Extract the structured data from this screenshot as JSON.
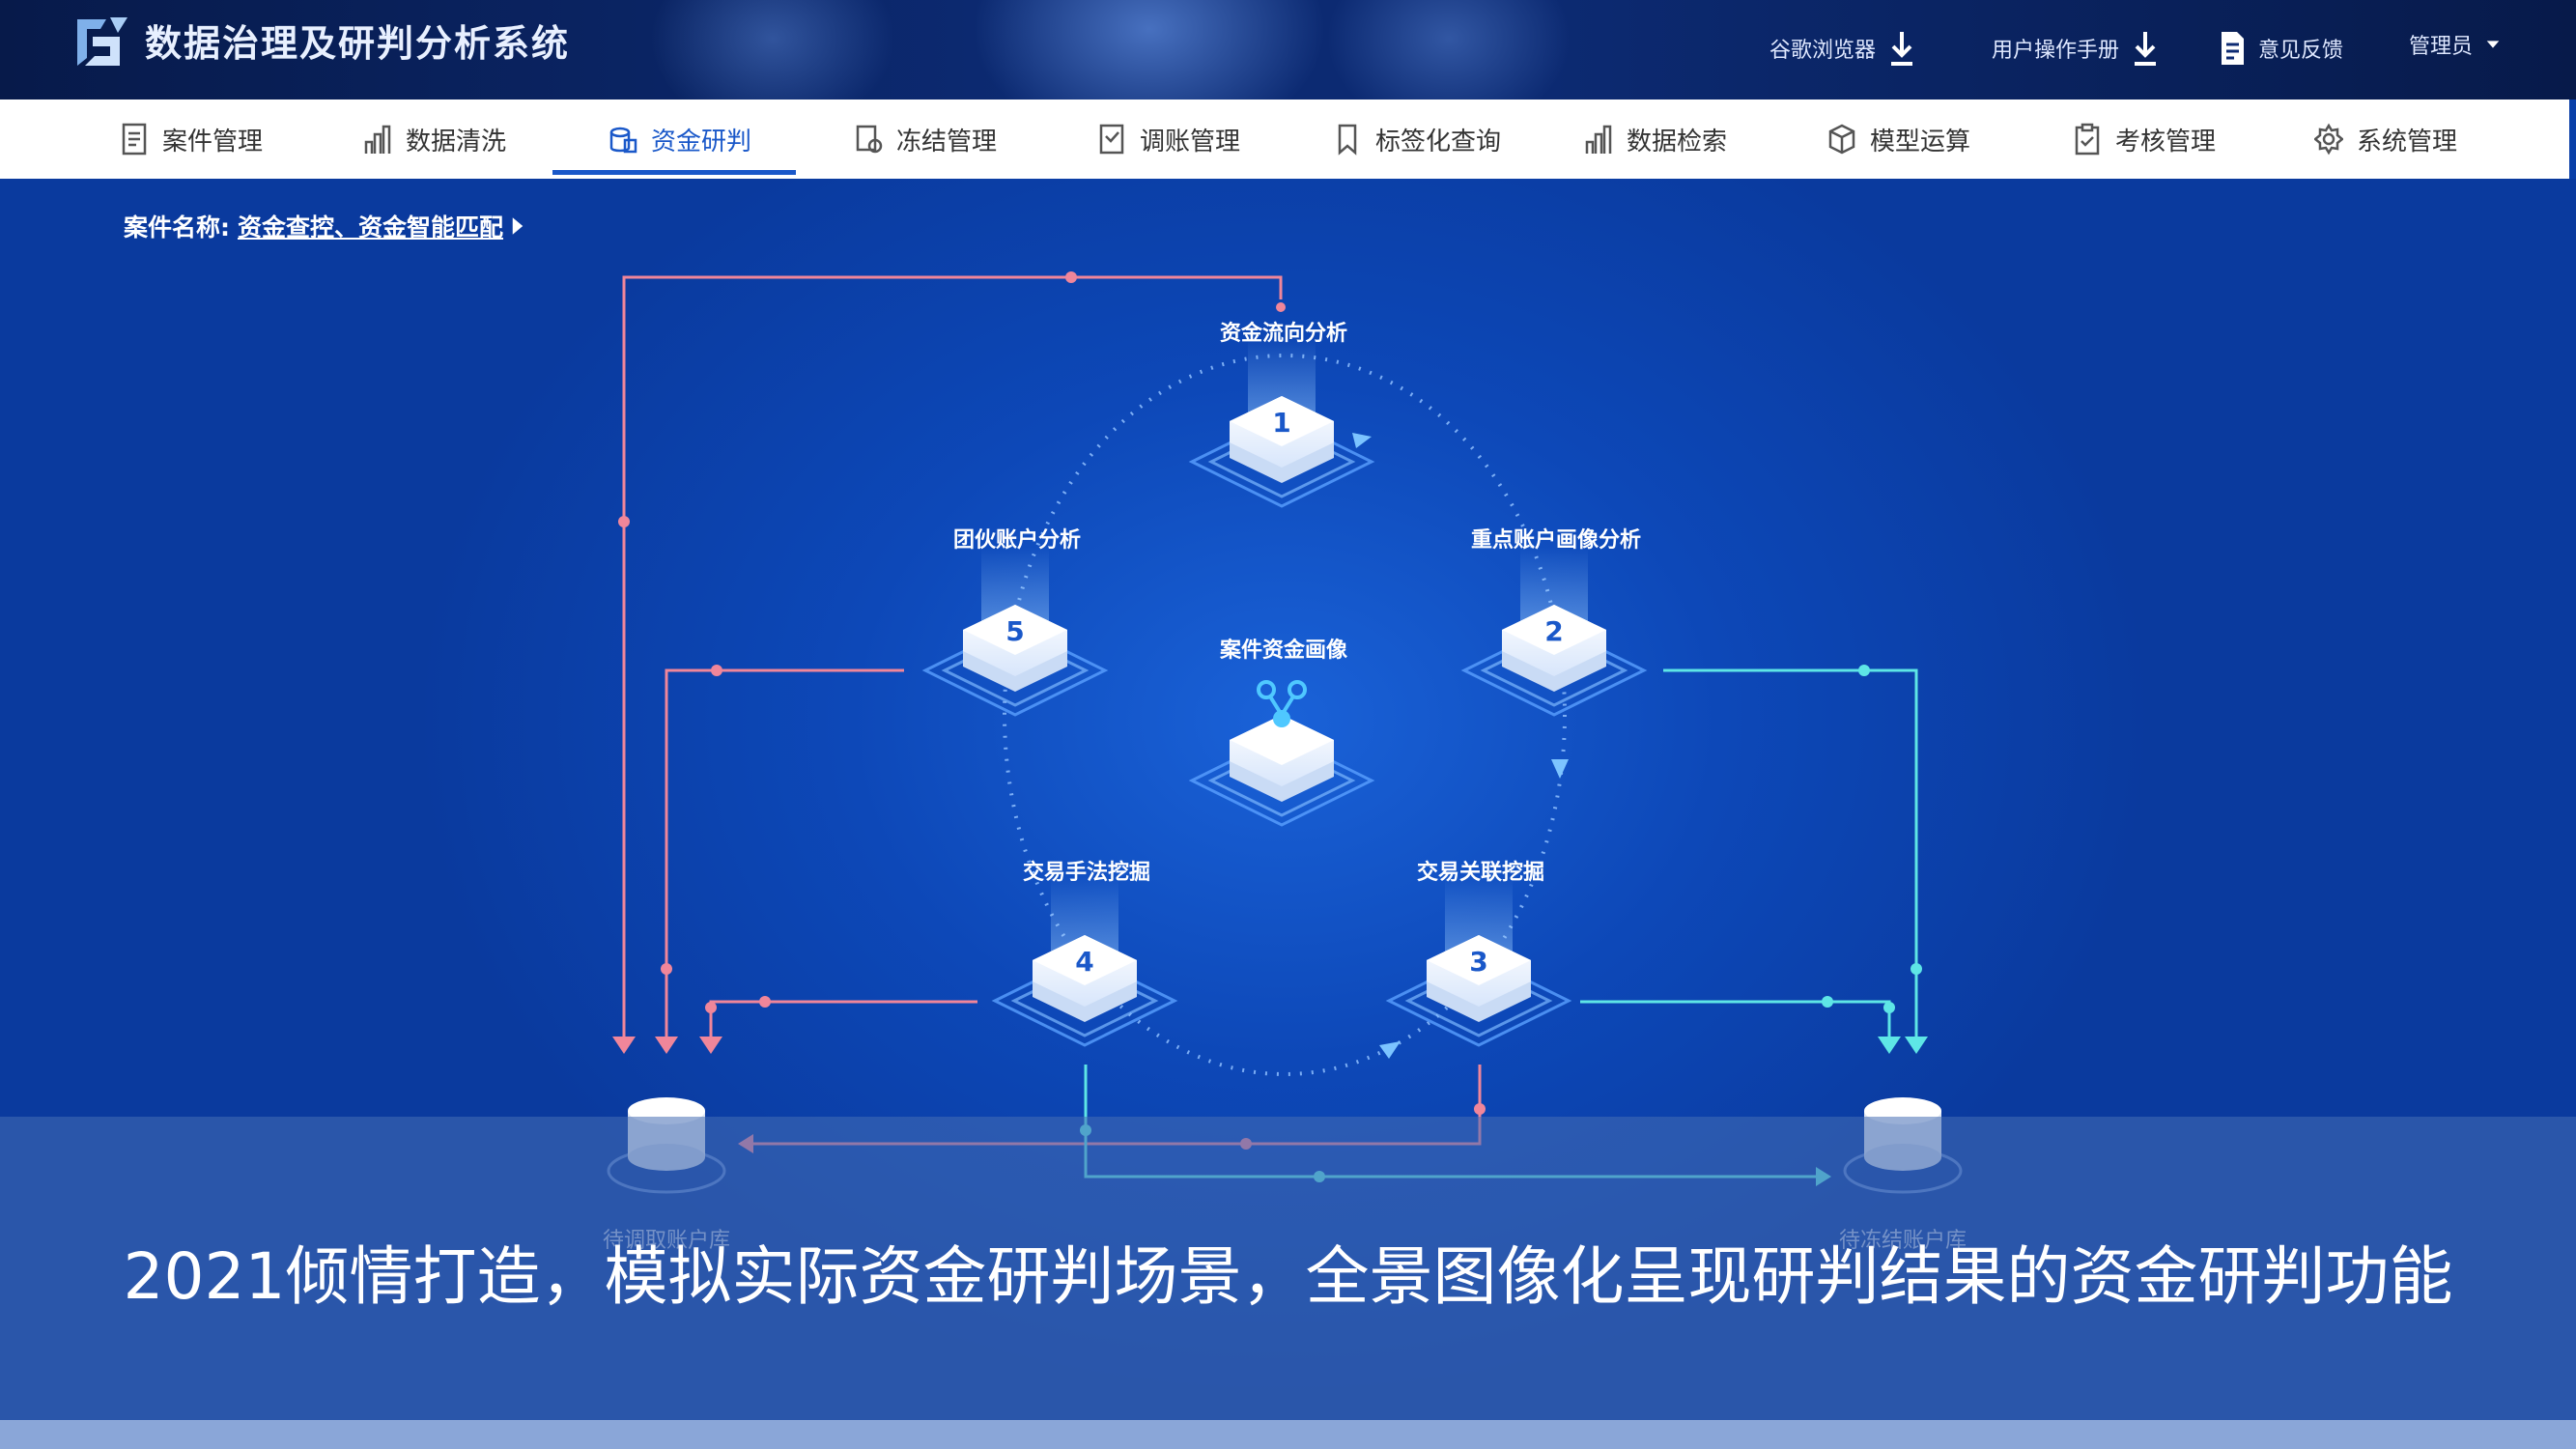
{
  "app": {
    "title": "数据治理及研判分析系统"
  },
  "top_actions": [
    {
      "label": "谷歌浏览器",
      "icon": "download-icon"
    },
    {
      "label": "用户操作手册",
      "icon": "download-icon"
    },
    {
      "label": "意见反馈",
      "icon": "feedback-doc-icon"
    },
    {
      "label": "管理员",
      "icon": "caret-down-icon"
    }
  ],
  "nav": [
    {
      "label": "案件管理",
      "icon": "document-icon"
    },
    {
      "label": "数据清洗",
      "icon": "bar-chart-icon"
    },
    {
      "label": "资金研判",
      "icon": "coins-icon",
      "active": true
    },
    {
      "label": "冻结管理",
      "icon": "freeze-icon"
    },
    {
      "label": "调账管理",
      "icon": "account-icon"
    },
    {
      "label": "标签化查询",
      "icon": "bookmark-icon"
    },
    {
      "label": "数据检索",
      "icon": "bar-chart-icon"
    },
    {
      "label": "模型运算",
      "icon": "cube-icon"
    },
    {
      "label": "考核管理",
      "icon": "clipboard-icon"
    },
    {
      "label": "系统管理",
      "icon": "gear-icon"
    }
  ],
  "breadcrumb": {
    "prefix": "案件名称:",
    "value": "资金查控、资金智能匹配"
  },
  "nodes": [
    {
      "num": "1",
      "label": "资金流向分析"
    },
    {
      "num": "2",
      "label": "重点账户画像分析"
    },
    {
      "num": "3",
      "label": "交易关联挖掘"
    },
    {
      "num": "4",
      "label": "交易手法挖掘"
    },
    {
      "num": "5",
      "label": "团伙账户分析"
    }
  ],
  "center": {
    "label": "案件资金画像"
  },
  "stores": {
    "left": "待调取账户库",
    "right": "待冻结账户库"
  },
  "caption": "2021倾情打造，模拟实际资金研判场景，全景图像化呈现研判结果的资金研判功能",
  "colors": {
    "accent": "#1a58c9",
    "pink": "#f0869a",
    "cyan": "#5ee6e6",
    "background": "#0d48b8"
  }
}
